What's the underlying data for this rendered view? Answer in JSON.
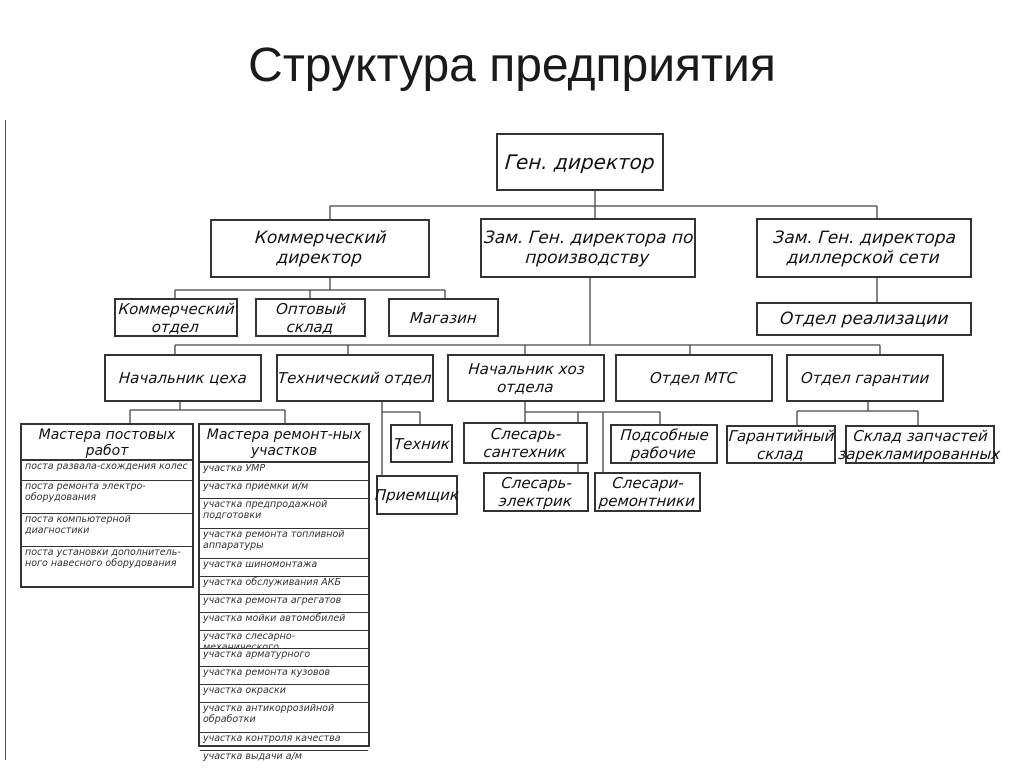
{
  "title": "Структура предприятия",
  "boxes": {
    "gen_director": "Ген. директор",
    "commercial_director": "Коммерческий директор",
    "deputy_production": "Зам. Ген. директора по производству",
    "deputy_dealer": "Зам. Ген. директора диллерской сети",
    "commercial_dept": "Коммерческий отдел",
    "wholesale": "Оптовый склад",
    "store": "Магазин",
    "sales_dept": "Отдел реализации",
    "shop_head": "Начальник цеха",
    "tech_dept": "Технический отдел",
    "household_head": "Начальник хоз отдела",
    "mts_dept": "Отдел МТС",
    "warranty_dept": "Отдел гарантии",
    "technician": "Техник",
    "receiver": "Приемщик",
    "plumber": "Слесарь-сантехник",
    "electrician": "Слесарь-электрик",
    "repair_fitters": "Слесари-ремонтники",
    "helpers": "Подсобные рабочие",
    "warranty_store": "Гарантийный склад",
    "reclaimed_parts": "Склад запчастей зарекламированных"
  },
  "post_masters": {
    "header": "Мастера постовых работ",
    "rows": [
      "поста развала-схождения колес",
      "поста ремонта электро-оборудования",
      "поста компьютерной диагностики",
      "поста установки дополнитель-ного навесного оборудования"
    ]
  },
  "repair_masters": {
    "header": "Мастера ремонт-ных участков",
    "rows": [
      "участка УМР",
      "участка приемки и/м",
      "участка предпродажной подготовки",
      "участка ремонта топливной аппаратуры",
      "участка шиномонтажа",
      "участка обслуживания АКБ",
      "участка ремонта агрегатов",
      "участка мойки автомобилей",
      "участка слесарно-механического",
      "участка арматурного",
      "участка ремонта кузовов",
      "участка окраски",
      "участка антикоррозийной обработки",
      "участка контроля качества",
      "участка выдачи а/м"
    ]
  }
}
